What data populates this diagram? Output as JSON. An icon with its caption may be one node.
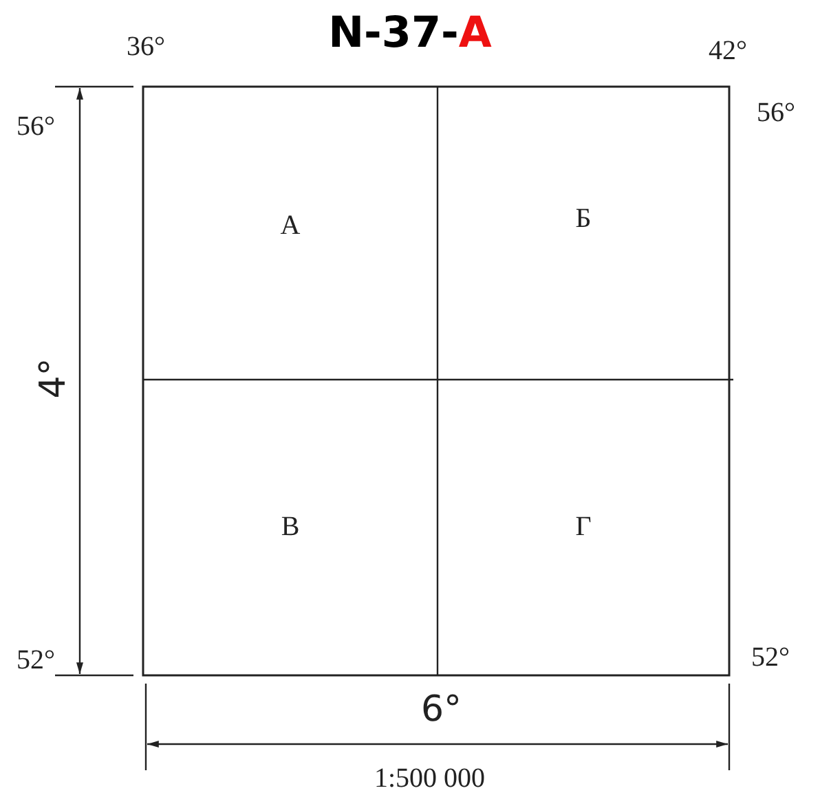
{
  "diagram": {
    "title": "N-37-A",
    "nodes": [
      {
        "text": [
          "А"
        ]
      },
      {
        "text": [
          "Б"
        ]
      },
      {
        "text": [
          "В"
        ]
      },
      {
        "text": [
          "Г"
        ]
      }
    ],
    "edges": [],
    "labels": [
      "36°",
      "42°",
      "56°",
      "56°",
      "4°",
      "52°",
      "52°",
      "6°",
      "1:500 000"
    ]
  }
}
